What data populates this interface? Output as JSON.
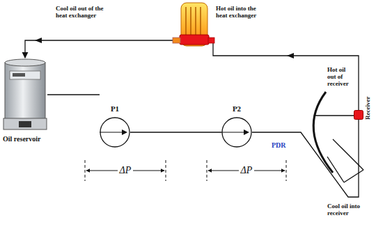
{
  "diagram": {
    "nodes": [
      {
        "text": [
          "Oil reservoir"
        ]
      },
      {
        "text": [
          "P1"
        ]
      },
      {
        "text": [
          "P2"
        ]
      },
      {
        "text": [
          "Receiver"
        ]
      }
    ],
    "edges": [
      {
        "from": 0,
        "to": 1,
        "arrow": "none"
      },
      {
        "from": 1,
        "to": 2,
        "arrow": "none"
      },
      {
        "from": 2,
        "to": 3,
        "arrow": "none"
      },
      {
        "from": 3,
        "to": 0,
        "arrow": "to"
      }
    ],
    "labels": [
      "Cool oil out of the heat exchanger",
      "Hot oil into the heat exchanger",
      "Hot oil out of receiver",
      "Cool oil into receiver",
      "PDR",
      "ΔP",
      "ΔP"
    ]
  }
}
